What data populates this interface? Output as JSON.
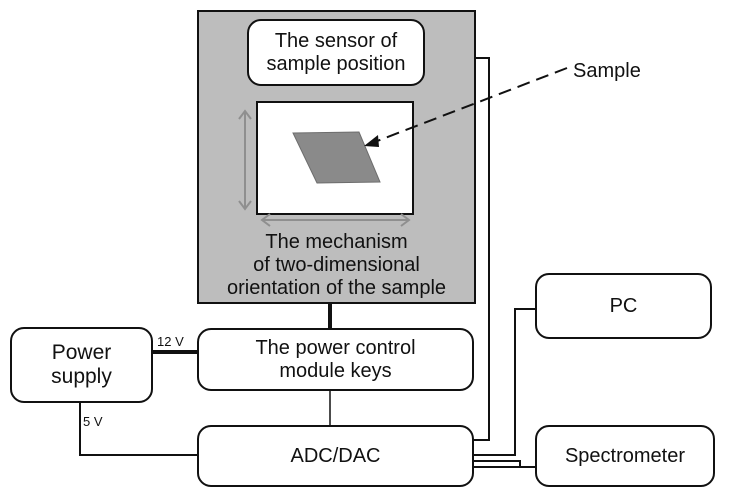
{
  "diagram": {
    "sensor_label_line1": "The sensor of",
    "sensor_label_line2": "sample position",
    "sample_label": "Sample",
    "mechanism_line1": "The mechanism",
    "mechanism_line2": "of two-dimensional",
    "mechanism_line3": "orientation of the sample",
    "power_supply_line1": "Power",
    "power_supply_line2": "supply",
    "power_control_line1": "The power control",
    "power_control_line2": "module keys",
    "adc_dac": "ADC/DAC",
    "pc": "PC",
    "spectrometer": "Spectrometer",
    "voltage_12": "12 V",
    "voltage_5": "5 V"
  },
  "colors": {
    "panel": "#bdbdbd",
    "line": "#111111",
    "sample_plate": "#8a8a8a",
    "axis_arrows": "#8f8f8f"
  }
}
